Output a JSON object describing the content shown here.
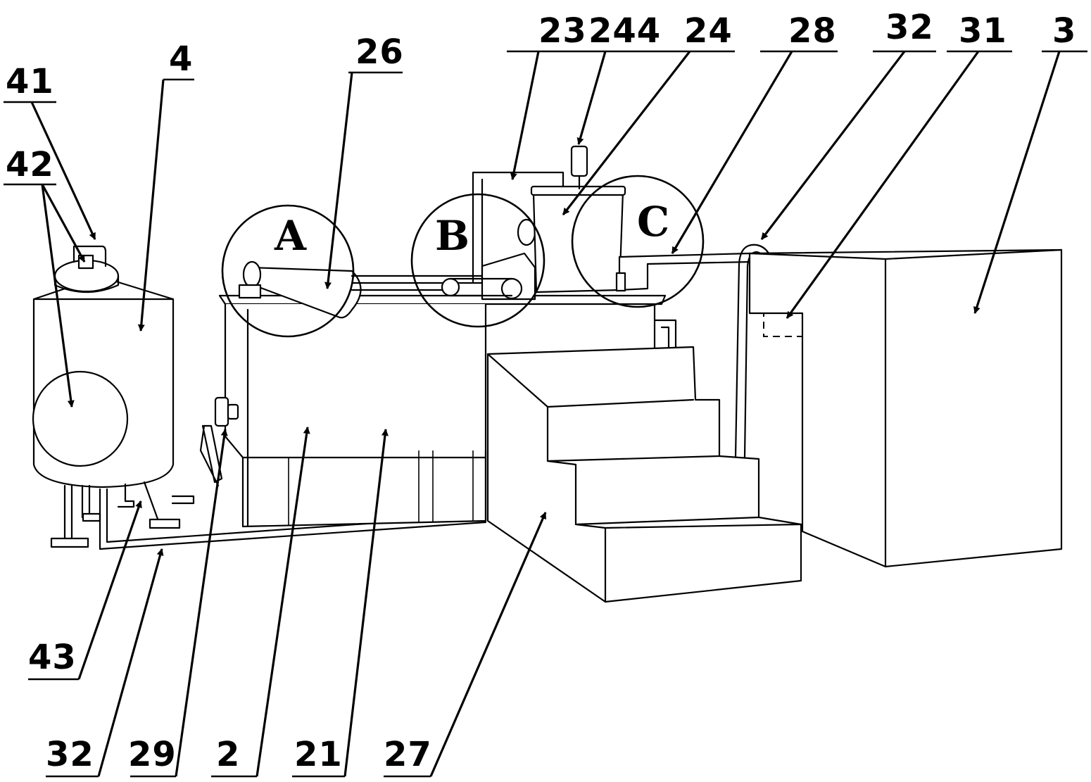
{
  "figure": {
    "reference_numerals": [
      {
        "id": "n23",
        "text": "23"
      },
      {
        "id": "n244",
        "text": "244"
      },
      {
        "id": "n24",
        "text": "24"
      },
      {
        "id": "n28",
        "text": "28"
      },
      {
        "id": "n32a",
        "text": "32"
      },
      {
        "id": "n31",
        "text": "31"
      },
      {
        "id": "n3",
        "text": "3"
      },
      {
        "id": "n26",
        "text": "26"
      },
      {
        "id": "n4",
        "text": "4"
      },
      {
        "id": "n41",
        "text": "41"
      },
      {
        "id": "n42",
        "text": "42"
      },
      {
        "id": "n43",
        "text": "43"
      },
      {
        "id": "n32b",
        "text": "32"
      },
      {
        "id": "n29",
        "text": "29"
      },
      {
        "id": "n2",
        "text": "2"
      },
      {
        "id": "n21",
        "text": "21"
      },
      {
        "id": "n27",
        "text": "27"
      }
    ],
    "detail_circles": [
      {
        "id": "A",
        "text": "A"
      },
      {
        "id": "B",
        "text": "B"
      },
      {
        "id": "C",
        "text": "C"
      }
    ]
  }
}
